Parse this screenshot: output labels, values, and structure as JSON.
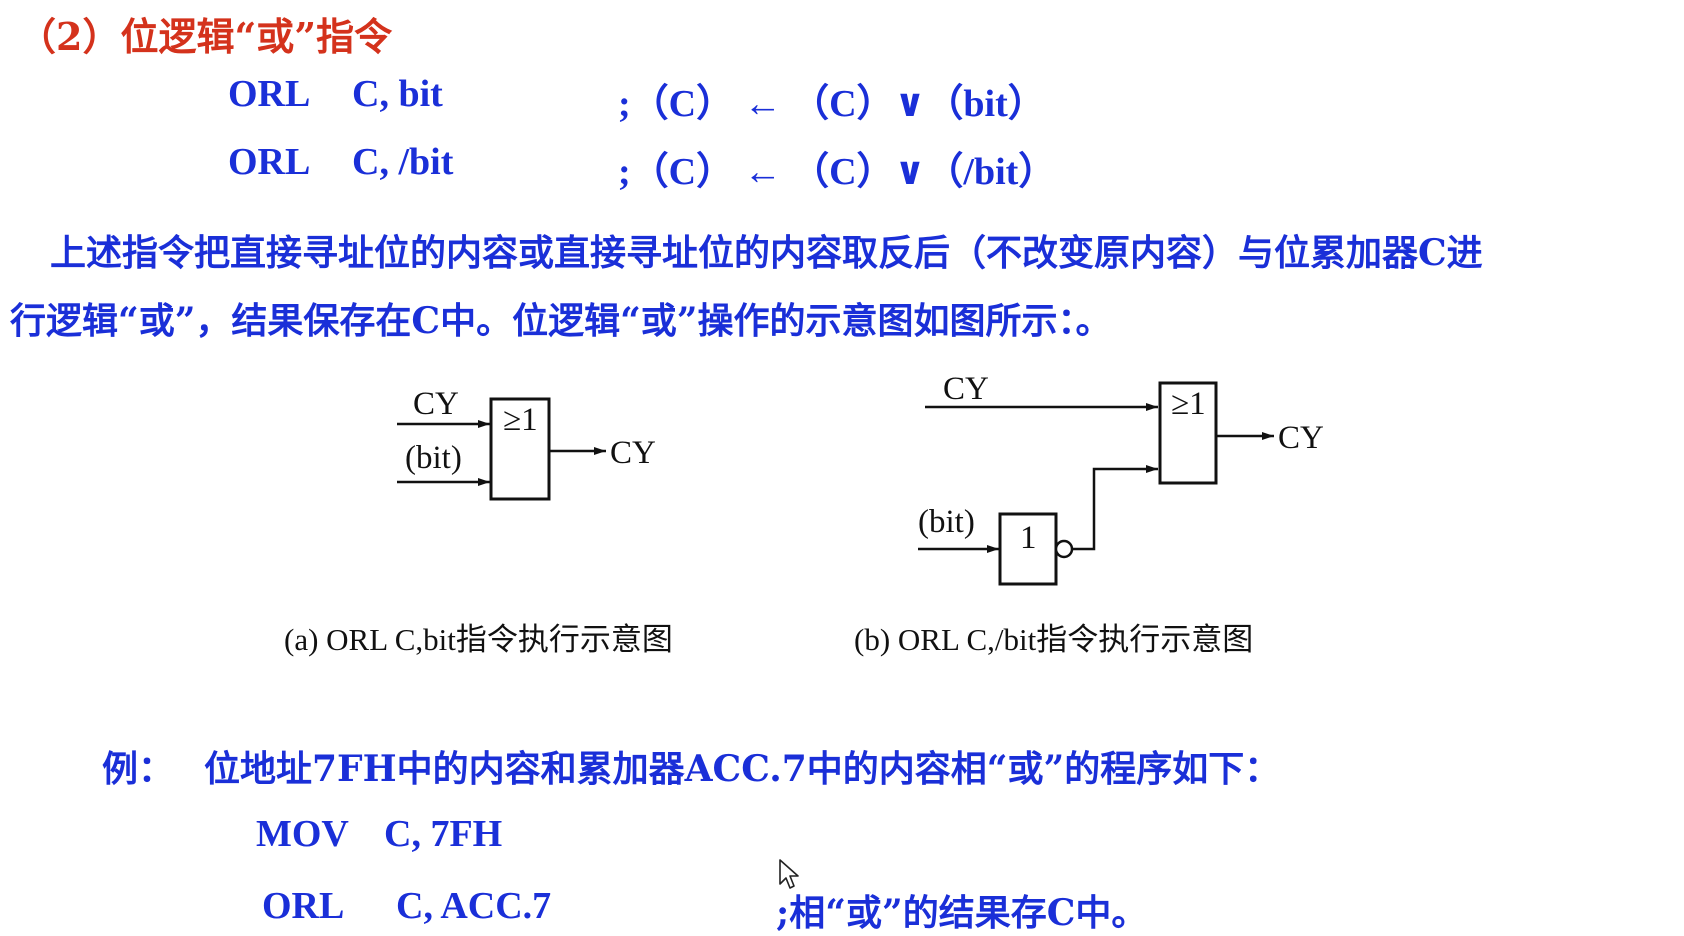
{
  "section_title": "（2）位逻辑“或”指令",
  "instructions": [
    {
      "op": "ORL",
      "operands": "C,  bit",
      "comment": ";（C） ←  （C）∨（bit）"
    },
    {
      "op": "ORL",
      "operands": "C,  /bit",
      "comment": ";（C） ←  （C）∨（/bit）"
    }
  ],
  "description": {
    "line1": "上述指令把直接寻址位的内容或直接寻址位的内容取反后（不改变原内容）与位累加器C进",
    "line2": "行逻辑“或”，结果保存在C中。位逻辑“或”操作的示意图如图所示：。"
  },
  "diagram_a": {
    "input_top": "CY",
    "input_bottom": "(bit)",
    "gate_label": "≥1",
    "output": "CY",
    "caption": "(a) ORL C,bit指令执行示意图"
  },
  "diagram_b": {
    "input_top": "CY",
    "input_bottom": "(bit)",
    "not_label": "1",
    "gate_label": "≥1",
    "output": "CY",
    "caption": "(b) ORL C,/bit指令执行示意图"
  },
  "example": {
    "label": "例：",
    "text": "位地址7FH中的内容和累加器ACC.7中的内容相“或”的程序如下：",
    "lines": [
      {
        "op": "MOV",
        "operands": "C,  7FH",
        "comment": ""
      },
      {
        "op": "ORL",
        "operands": "C,  ACC.7",
        "comment": ";相“或”的结果存C中。"
      }
    ]
  },
  "colors": {
    "heading": "#d4321c",
    "text": "#1a2fd8",
    "diagram": "#111111"
  }
}
